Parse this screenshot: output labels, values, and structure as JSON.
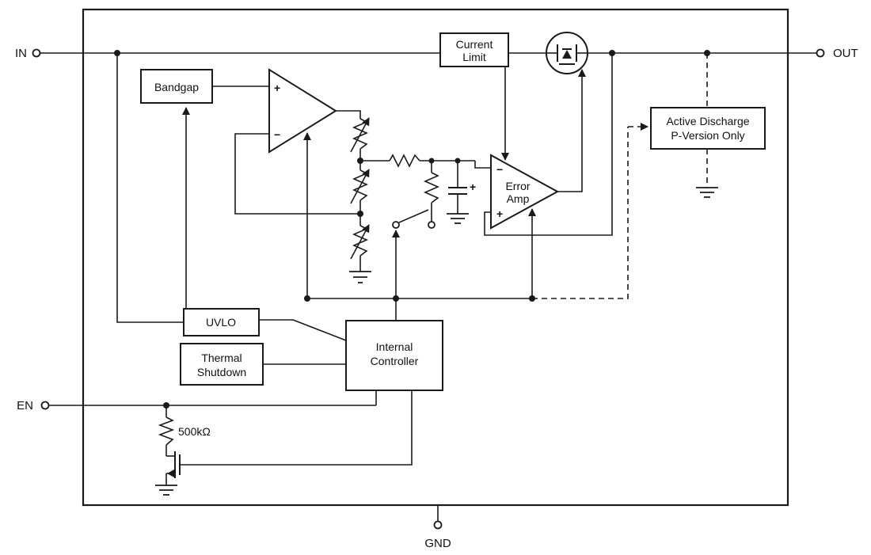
{
  "pins": {
    "in": "IN",
    "out": "OUT",
    "en": "EN",
    "gnd": "GND"
  },
  "blocks": {
    "bandgap": {
      "label": "Bandgap"
    },
    "current_limit": {
      "line1": "Current",
      "line2": "Limit"
    },
    "uvlo": {
      "label": "UVLO"
    },
    "thermal_shutdown": {
      "line1": "Thermal",
      "line2": "Shutdown"
    },
    "internal_controller": {
      "line1": "Internal",
      "line2": "Controller"
    },
    "active_discharge": {
      "line1": "Active Discharge",
      "line2": "P-Version Only"
    }
  },
  "amps": {
    "buffer": {
      "plus": "+",
      "minus": "−"
    },
    "error": {
      "line1": "Error",
      "line2": "Amp",
      "minus": "−",
      "plus": "+"
    }
  },
  "parts": {
    "en_resistor_value": "500kΩ",
    "cap_polarity": "+"
  },
  "colors": {
    "line": "#1a1a1a",
    "background": "#ffffff"
  }
}
